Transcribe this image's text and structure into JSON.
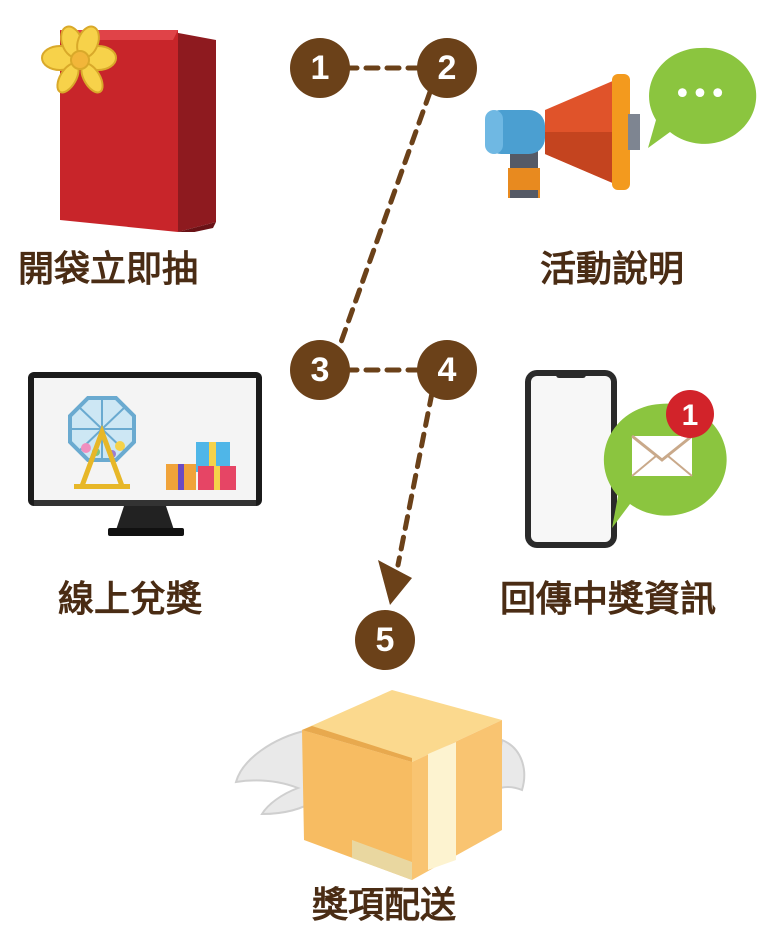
{
  "steps": [
    {
      "number": "1",
      "label": "開袋立即抽"
    },
    {
      "number": "2",
      "label": "活動說明"
    },
    {
      "number": "3",
      "label": "線上兌獎"
    },
    {
      "number": "4",
      "label": "回傳中獎資訊"
    },
    {
      "number": "5",
      "label": "獎項配送"
    }
  ],
  "notification_count": "1",
  "chat_bubble_text": "•••",
  "colors": {
    "badge": "#6b4119",
    "label": "#4a2c14",
    "connector": "#6b4119",
    "bag": "#c8252a",
    "bow": "#f7d24a",
    "green_bubble": "#8bc53f",
    "notification": "#d2232a",
    "box": "#f9c471"
  }
}
